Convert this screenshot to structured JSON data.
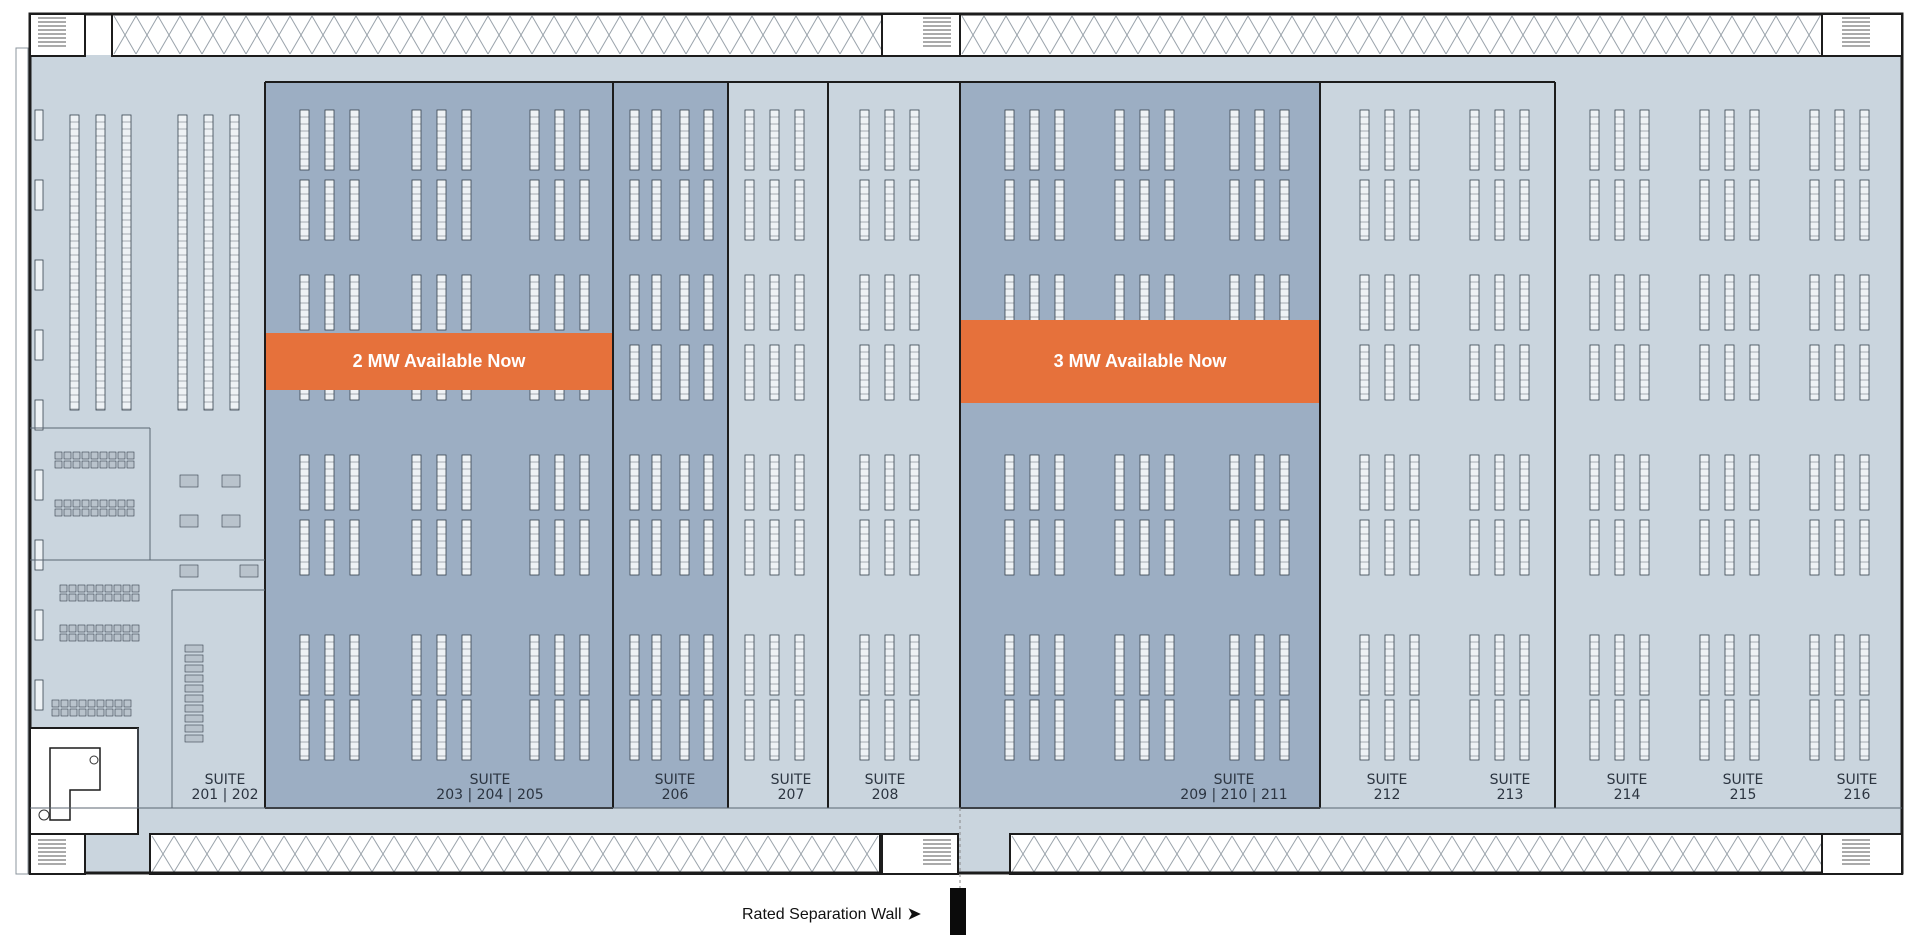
{
  "plan": {
    "suites": [
      {
        "id": "201-202",
        "label": "SUITE",
        "numbers": "201 | 202",
        "available": false
      },
      {
        "id": "203-205",
        "label": "SUITE",
        "numbers": "203 | 204 | 205",
        "available": true
      },
      {
        "id": "206",
        "label": "SUITE",
        "numbers": "206",
        "available": true
      },
      {
        "id": "207",
        "label": "SUITE",
        "numbers": "207",
        "available": false
      },
      {
        "id": "208",
        "label": "SUITE",
        "numbers": "208",
        "available": false
      },
      {
        "id": "209-211",
        "label": "SUITE",
        "numbers": "209 | 210 | 211",
        "available": true
      },
      {
        "id": "212",
        "label": "SUITE",
        "numbers": "212",
        "available": false
      },
      {
        "id": "213",
        "label": "SUITE",
        "numbers": "213",
        "available": false
      },
      {
        "id": "214",
        "label": "SUITE",
        "numbers": "214",
        "available": false
      },
      {
        "id": "215",
        "label": "SUITE",
        "numbers": "215",
        "available": false
      },
      {
        "id": "216",
        "label": "SUITE",
        "numbers": "216",
        "available": false
      }
    ],
    "banners": [
      {
        "id": "west",
        "text": "2 MW Available Now"
      },
      {
        "id": "east",
        "text": "3 MW Available Now"
      }
    ],
    "separation_wall": {
      "text": "Rated Separation Wall",
      "arrow": "➤"
    },
    "colors": {
      "available_suite": "#9caec3",
      "other_suite": "#cad5de",
      "banner": "#e6713b",
      "wall": "#1c1c1c"
    }
  }
}
